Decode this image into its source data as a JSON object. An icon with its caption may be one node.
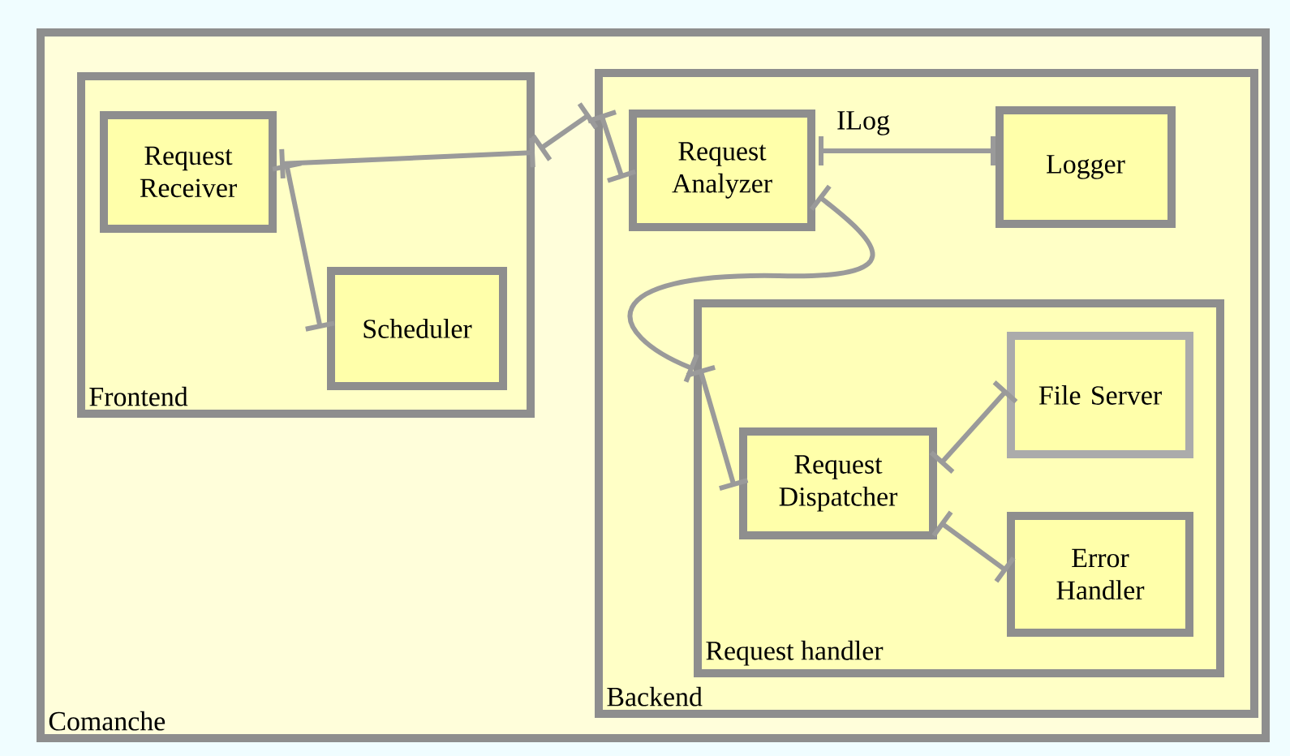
{
  "diagram": {
    "nodes": [
      {
        "text": [
          "Comanche"
        ]
      },
      {
        "text": [
          "Frontend"
        ],
        "in": 0
      },
      {
        "text": [
          "Request Receiver"
        ],
        "in": 1
      },
      {
        "text": [
          "Scheduler"
        ],
        "in": 1
      },
      {
        "text": [
          "Backend"
        ],
        "in": 0
      },
      {
        "text": [
          "Request Analyzer"
        ],
        "in": 4
      },
      {
        "text": [
          "Logger"
        ],
        "in": 4
      },
      {
        "text": [
          "Request handler"
        ],
        "in": 4
      },
      {
        "text": [
          "Request Dispatcher"
        ],
        "in": 7
      },
      {
        "text": [
          "File Server"
        ],
        "in": 7
      },
      {
        "text": [
          "Error Handler"
        ],
        "in": 7
      }
    ],
    "edges": [
      {
        "from": 2,
        "to": 1,
        "arrow": "other"
      },
      {
        "from": 1,
        "to": 4,
        "arrow": "other"
      },
      {
        "from": 4,
        "to": 5,
        "arrow": "other"
      },
      {
        "from": 2,
        "to": 3,
        "arrow": "other"
      },
      {
        "from": 5,
        "to": 6,
        "arrow": "other",
        "label": "ILog"
      },
      {
        "from": 5,
        "to": 7,
        "arrow": "other"
      },
      {
        "from": 7,
        "to": 8,
        "arrow": "other"
      },
      {
        "from": 8,
        "to": 9,
        "arrow": "other"
      },
      {
        "from": 8,
        "to": 10,
        "arrow": "other"
      }
    ]
  }
}
